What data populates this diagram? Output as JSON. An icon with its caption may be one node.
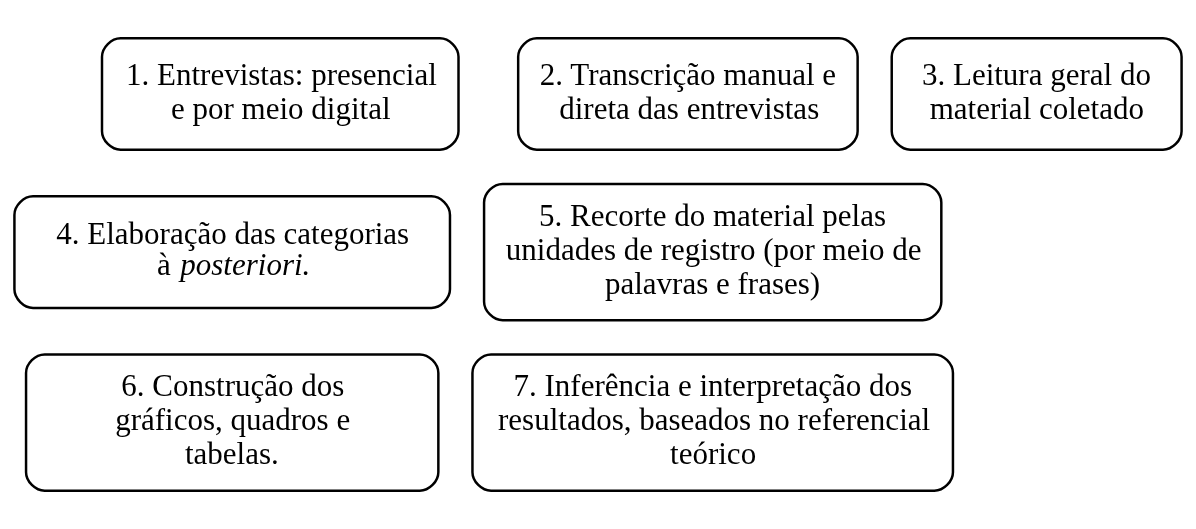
{
  "diagram": {
    "nodes": [
      {
        "text": [
          "1. Entrevistas: presencial e por meio digital"
        ]
      },
      {
        "text": [
          "2. Transcrição manual e direta das entrevistas"
        ]
      },
      {
        "text": [
          "3. Leitura geral do material coletado"
        ]
      },
      {
        "text": [
          "4. Elaboração das categorias à *posteriori.*"
        ]
      },
      {
        "text": [
          "5. Recorte do material pelas unidades de registro (por meio de palavras e frases)"
        ]
      },
      {
        "text": [
          "6. Construção dos gráficos, quadros e tabelas."
        ]
      },
      {
        "text": [
          "7. Inferência e interpretação dos resultados, baseados no referencial teórico"
        ]
      }
    ],
    "edges": []
  }
}
